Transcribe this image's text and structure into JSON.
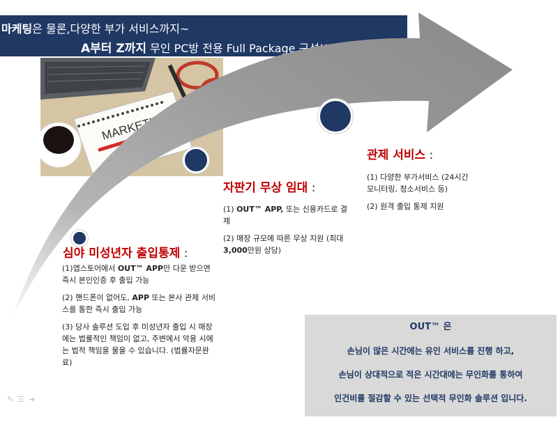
{
  "banner": {
    "line1_bold": "마케팅",
    "line1_rest": "은 물론,다양한 부가 서비스까지~",
    "line2_bold": "A부터 Z까지",
    "line2_rest": " 무인 PC방 전용 Full Package 구성!!!"
  },
  "photo": {
    "note_text": "MARKETING"
  },
  "sections": [
    {
      "heading": "심야 미성년자 출입통제",
      "colon": " :",
      "items": [
        [
          "(1)앱스토어에서 ",
          "OUT™ APP",
          "만 다운 받으면 즉시 본인인증 후 출입 가능"
        ],
        [
          "(2) 핸드폰이 없어도, ",
          "APP",
          " 또는 본사 관제 서비스를 통한 즉시 출입 가능"
        ],
        [
          "(3) 당사 솔루션 도입 후 미성년자 출입 시 매장에는 법률적인 책임이 없고, 주변에서 악용 시에는 법적 책임을 물을 수 있습니다. (법률자문완료)"
        ]
      ]
    },
    {
      "heading": "자판기 무상 임대",
      "colon": " :",
      "items": [
        [
          "(1) ",
          "OUT™ APP,",
          " 또는 신용카드로 결제"
        ],
        [
          "(2) 매장 규모에 따른 무상 지원 (최대 ",
          "3,000",
          "만원 상당)"
        ]
      ]
    },
    {
      "heading": "관제 서비스",
      "colon": " :",
      "items": [
        [
          "(1) 다양한 부가서비스 (24시간 모니터링, 청소서비스 등)"
        ],
        [
          "(2) 원격 출입 통제 지원"
        ]
      ]
    }
  ],
  "infobox": {
    "title": "OUT™ 은",
    "line1": "손님이 많은 시간에는 유인 서비스를 진행 하고,",
    "line2": "손님이 상대적으로 적은 시간대에는 무인화를 통하여",
    "line3": "인건비를 절감할 수 있는 선택적 무인화 솔루션 입니다."
  },
  "colors": {
    "navy": "#1f3864",
    "red": "#c00000",
    "arrow_gray": "#8c8c8c",
    "box_gray": "#d9d9d9"
  }
}
